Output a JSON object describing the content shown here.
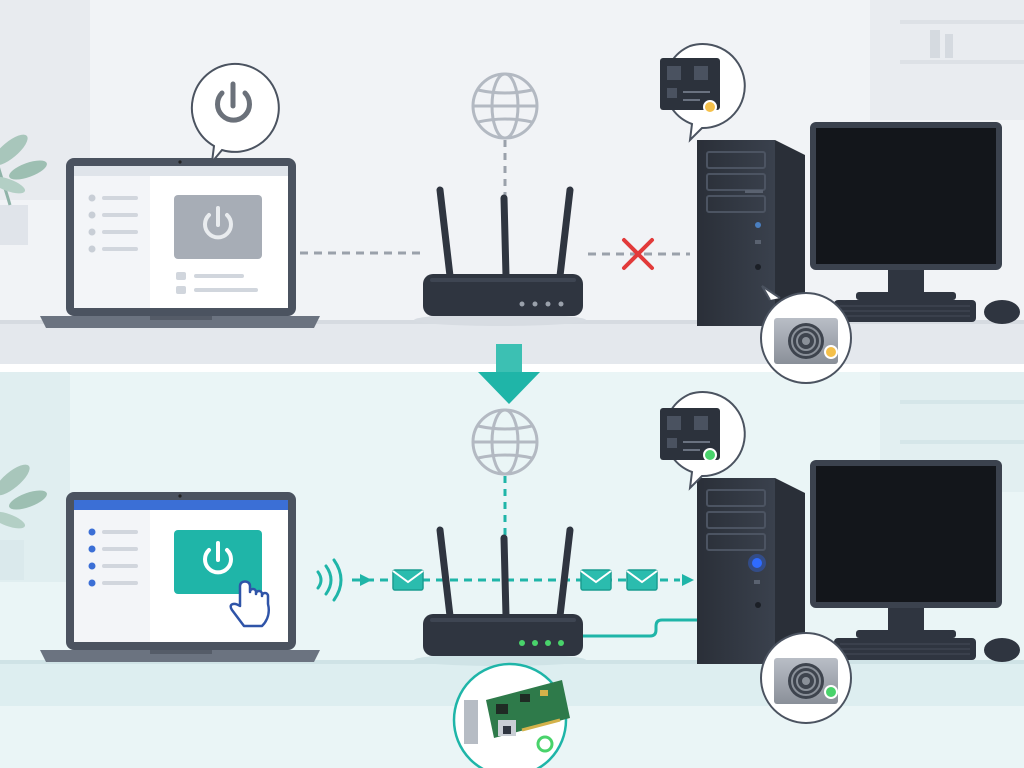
{
  "colors": {
    "accent": "#1fb5a8",
    "failure": "#e23a3a",
    "power_led": "#2f6bff",
    "led_green": "#49d36b",
    "led_amber": "#f5c04a",
    "device_body": "#2f3540",
    "laptop_shell": "#4b5360",
    "panel_top_bg": "#f1f3f6",
    "panel_bottom_bg": "#eaf5f6"
  },
  "panels": [
    {
      "state": "before",
      "laptop_power_icon": "power-icon",
      "laptop_screen_button": "power-button-gray",
      "laptop_to_router_link": "dashed-gray",
      "router_to_pc_link": "blocked",
      "router_leds": "off",
      "pc_power_led": "off",
      "motherboard_status": "amber",
      "psu_status": "amber",
      "internet_link": "dashed-gray"
    },
    {
      "state": "after",
      "laptop_screen_button": "power-button-teal",
      "pointer_icon": "hand-pointer-icon",
      "signal_icon": "wireless-waves-icon",
      "packet_icons": [
        "envelope-icon",
        "envelope-icon",
        "envelope-icon"
      ],
      "laptop_to_router_link": "dashed-teal-arrow",
      "router_to_pc_link": "dashed-teal-arrow",
      "router_leds": "green",
      "pc_power_led": "blue",
      "wired_link": "solid-teal",
      "motherboard_status": "green",
      "psu_status": "green",
      "nic_status": "green",
      "internet_link": "dashed-teal"
    }
  ],
  "transition_arrow": "down-arrow-icon"
}
